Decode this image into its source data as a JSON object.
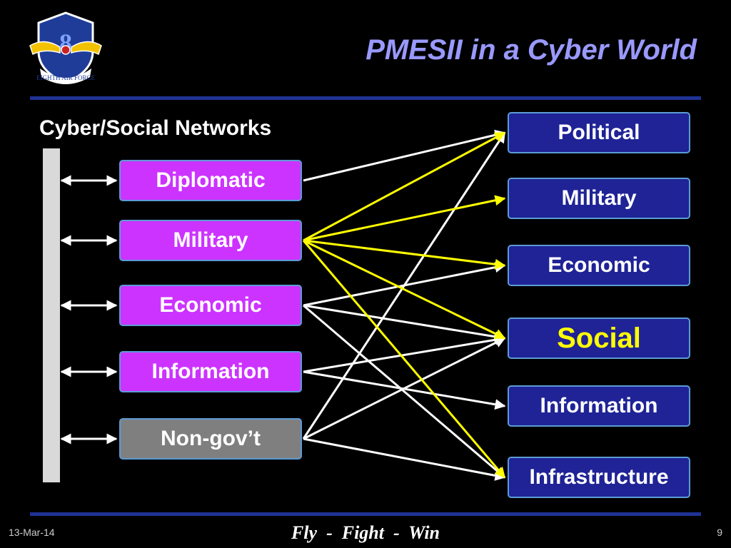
{
  "slide": {
    "title": "PMESII in a Cyber World",
    "subtitle": "Cyber/Social Networks",
    "logo_text": "EIGHTH AIR FORCE",
    "logo_numeral": "8"
  },
  "left_nodes": [
    {
      "label": "Diplomatic",
      "color": "#cc33ff"
    },
    {
      "label": "Military",
      "color": "#cc33ff"
    },
    {
      "label": "Economic",
      "color": "#cc33ff"
    },
    {
      "label": "Information",
      "color": "#cc33ff"
    },
    {
      "label": "Non-gov’t",
      "color": "#7f7f7f"
    }
  ],
  "right_nodes": [
    {
      "label": "Political",
      "text_color": "#ffffff"
    },
    {
      "label": "Military",
      "text_color": "#ffffff"
    },
    {
      "label": "Economic",
      "text_color": "#ffffff"
    },
    {
      "label": "Social",
      "text_color": "#ffff00"
    },
    {
      "label": "Information",
      "text_color": "#ffffff"
    },
    {
      "label": "Infrastructure",
      "text_color": "#ffffff"
    }
  ],
  "connections": [
    {
      "from": 0,
      "to": 0,
      "color": "white"
    },
    {
      "from": 1,
      "to": 0,
      "color": "yellow"
    },
    {
      "from": 1,
      "to": 1,
      "color": "yellow"
    },
    {
      "from": 1,
      "to": 2,
      "color": "yellow"
    },
    {
      "from": 1,
      "to": 3,
      "color": "yellow"
    },
    {
      "from": 1,
      "to": 5,
      "color": "yellow"
    },
    {
      "from": 2,
      "to": 2,
      "color": "white"
    },
    {
      "from": 2,
      "to": 3,
      "color": "white"
    },
    {
      "from": 2,
      "to": 5,
      "color": "white"
    },
    {
      "from": 3,
      "to": 3,
      "color": "white"
    },
    {
      "from": 3,
      "to": 4,
      "color": "white"
    },
    {
      "from": 4,
      "to": 0,
      "color": "white"
    },
    {
      "from": 4,
      "to": 3,
      "color": "white"
    },
    {
      "from": 4,
      "to": 5,
      "color": "white"
    }
  ],
  "colors": {
    "background": "#000000",
    "title": "#9999ff",
    "rule": "#1f3294",
    "right_box_fill": "#1f2396",
    "box_border": "#5b9bd5",
    "line_white": "#ffffff",
    "line_yellow": "#ffff00"
  },
  "footer": {
    "date": "13-Mar-14",
    "slogan": "Fly  -  Fight  -  Win",
    "page": "9"
  }
}
